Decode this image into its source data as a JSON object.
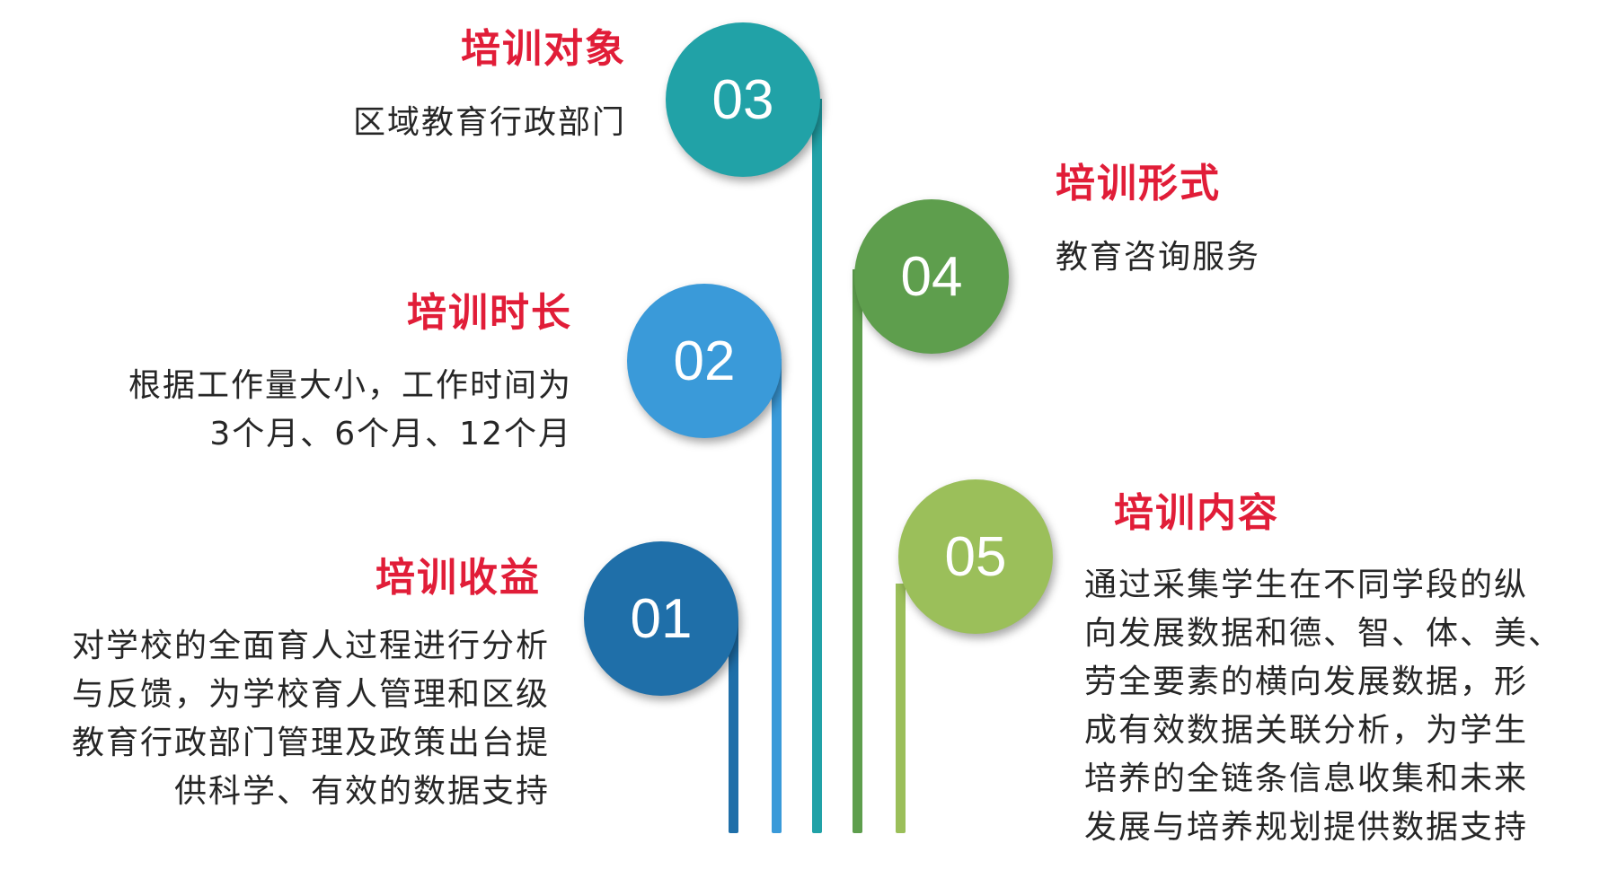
{
  "colors": {
    "c01": "#1f6fa9",
    "c02": "#3a9ad9",
    "c03": "#21a2a7",
    "c04": "#5e9e4d",
    "c05": "#9bbf5a",
    "title": "#e11d38"
  },
  "items": [
    {
      "number": "01",
      "title": "培训收益",
      "lines": [
        "对学校的全面育人过程进行分析",
        "与反馈，为学校育人管理和区级",
        "教育行政部门管理及政策出台提",
        "供科学、有效的数据支持"
      ]
    },
    {
      "number": "02",
      "title": "培训时长",
      "lines": [
        "根据工作量大小，工作时间为",
        "3个月、6个月、12个月"
      ]
    },
    {
      "number": "03",
      "title": "培训对象",
      "lines": [
        "区域教育行政部门"
      ]
    },
    {
      "number": "04",
      "title": "培训形式",
      "lines": [
        "教育咨询服务"
      ]
    },
    {
      "number": "05",
      "title": "培训内容",
      "lines": [
        "通过采集学生在不同学段的纵",
        "向发展数据和德、智、体、美、",
        "劳全要素的横向发展数据，形",
        "成有效数据关联分析，为学生",
        "培养的全链条信息收集和未来",
        "发展与培养规划提供数据支持"
      ]
    }
  ]
}
